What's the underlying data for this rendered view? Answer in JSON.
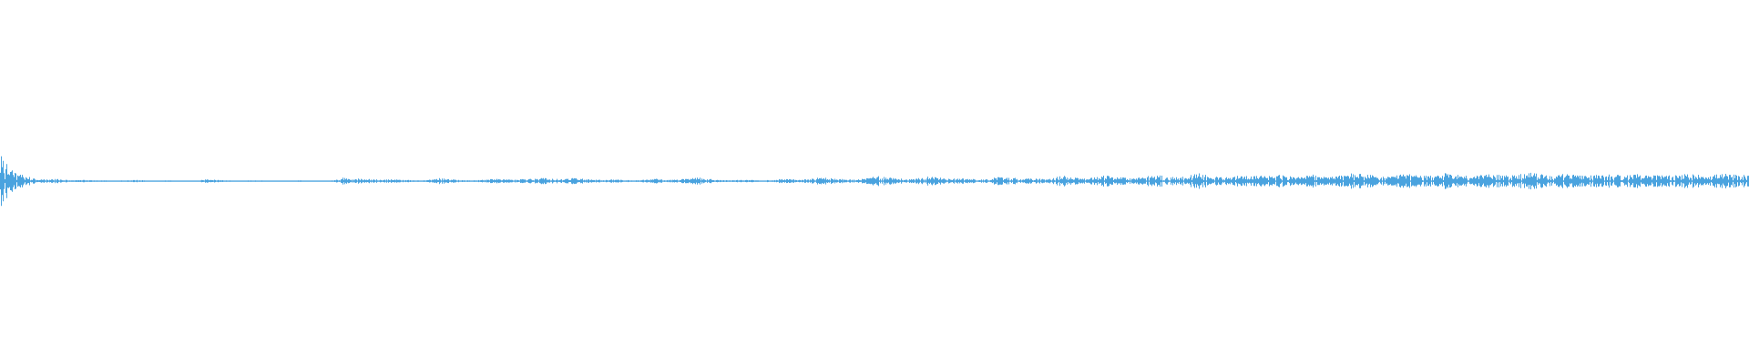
{
  "waveform": {
    "color": "#4aa3df",
    "background": "#ffffff",
    "envelope": [
      0.7,
      0.3,
      0.22,
      0.08,
      0.04,
      0.06,
      0.05,
      0.02,
      0.03,
      0.02,
      0.02,
      0.01,
      0.02,
      0.03,
      0.02,
      0.01,
      0.02,
      0.02,
      0.01,
      0.02,
      0.05,
      0.03,
      0.02,
      0.01,
      0.02,
      0.02,
      0.01,
      0.01,
      0.02,
      0.02,
      0.01,
      0.0,
      0.02,
      0.1,
      0.08,
      0.06,
      0.05,
      0.04,
      0.05,
      0.03,
      0.02,
      0.03,
      0.08,
      0.06,
      0.03,
      0.02,
      0.03,
      0.05,
      0.06,
      0.04,
      0.05,
      0.07,
      0.09,
      0.06,
      0.05,
      0.08,
      0.06,
      0.04,
      0.03,
      0.05,
      0.03,
      0.02,
      0.04,
      0.06,
      0.03,
      0.04,
      0.07,
      0.1,
      0.06,
      0.03,
      0.02,
      0.04,
      0.03,
      0.02,
      0.03,
      0.06,
      0.05,
      0.04,
      0.08,
      0.1,
      0.07,
      0.05,
      0.04,
      0.06,
      0.15,
      0.12,
      0.08,
      0.05,
      0.06,
      0.14,
      0.1,
      0.06,
      0.08,
      0.06,
      0.05,
      0.07,
      0.12,
      0.1,
      0.07,
      0.08,
      0.06,
      0.09,
      0.14,
      0.12,
      0.08,
      0.1,
      0.18,
      0.14,
      0.09,
      0.08,
      0.12,
      0.18,
      0.12,
      0.1,
      0.14,
      0.22,
      0.15,
      0.12,
      0.1,
      0.16,
      0.12,
      0.14,
      0.2,
      0.16,
      0.13,
      0.11,
      0.18,
      0.14,
      0.12,
      0.16,
      0.22,
      0.18,
      0.15,
      0.12,
      0.14,
      0.2,
      0.16,
      0.14,
      0.18,
      0.22,
      0.17,
      0.14,
      0.16,
      0.2,
      0.18,
      0.15,
      0.18,
      0.22,
      0.18,
      0.16,
      0.2,
      0.17,
      0.14,
      0.16,
      0.2,
      0.18,
      0.15,
      0.17,
      0.21,
      0.18,
      0.14,
      0.16,
      0.19,
      0.17,
      0.15,
      0.18,
      0.2,
      0.16
    ]
  }
}
